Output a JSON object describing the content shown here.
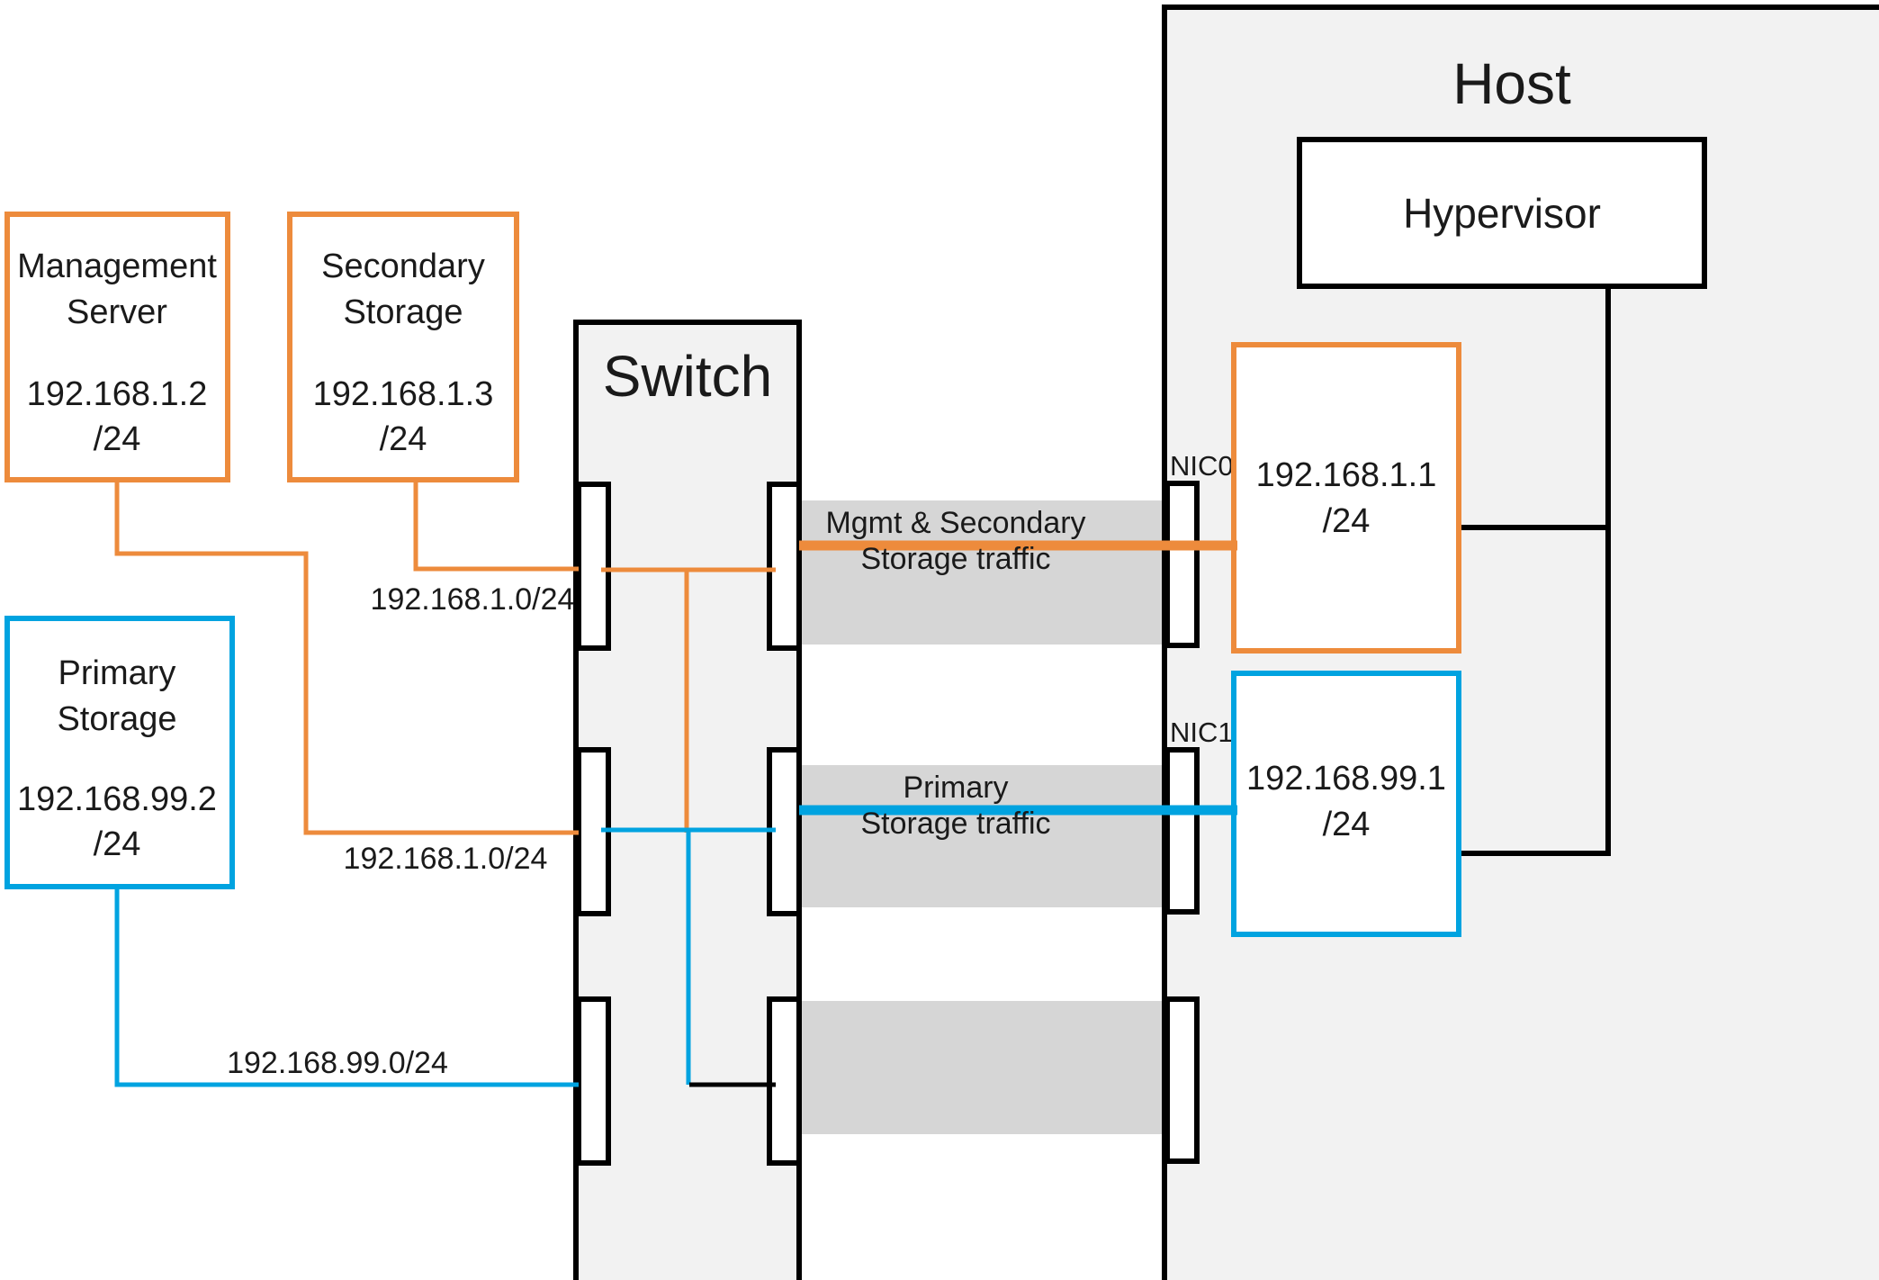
{
  "diagram": {
    "title": "CloudStack basic network topology with switch and host",
    "colors": {
      "orange": "#ED8B3C",
      "blue": "#00A3E0",
      "black": "#000000",
      "band_gray": "#D6D6D6",
      "panel_gray": "#F2F2F2",
      "text": "#1a1a1a"
    }
  },
  "nodes": {
    "management_server": {
      "name": "Management\nServer",
      "line1": "Management",
      "line2": "Server",
      "ip": "192.168.1.2",
      "mask": "/24",
      "border_color": "#ED8B3C"
    },
    "secondary_storage": {
      "line1": "Secondary",
      "line2": "Storage",
      "ip": "192.168.1.3",
      "mask": "/24",
      "border_color": "#ED8B3C"
    },
    "primary_storage": {
      "line1": "Primary",
      "line2": "Storage",
      "ip": "192.168.99.2",
      "mask": "/24",
      "border_color": "#00A3E0"
    },
    "switch": {
      "label": "Switch"
    },
    "host": {
      "label": "Host",
      "hypervisor": {
        "label": "Hypervisor"
      },
      "nic0": {
        "label": "NIC0"
      },
      "nic1": {
        "label": "NIC1"
      },
      "mgmt_interface": {
        "ip": "192.168.1.1",
        "mask": "/24",
        "border_color": "#ED8B3C"
      },
      "storage_interface": {
        "ip": "192.168.99.1",
        "mask": "/24",
        "border_color": "#00A3E0"
      }
    }
  },
  "links": {
    "mgmt_network_label_top": "192.168.1.0/24",
    "mgmt_network_label_bottom": "192.168.1.0/24",
    "storage_network_label": "192.168.99.0/24",
    "traffic_mgmt": {
      "line1": "Mgmt & Secondary",
      "line2": "Storage traffic",
      "color": "#ED8B3C"
    },
    "traffic_primary": {
      "line1": "Primary",
      "line2": "Storage traffic",
      "color": "#00A3E0"
    }
  }
}
